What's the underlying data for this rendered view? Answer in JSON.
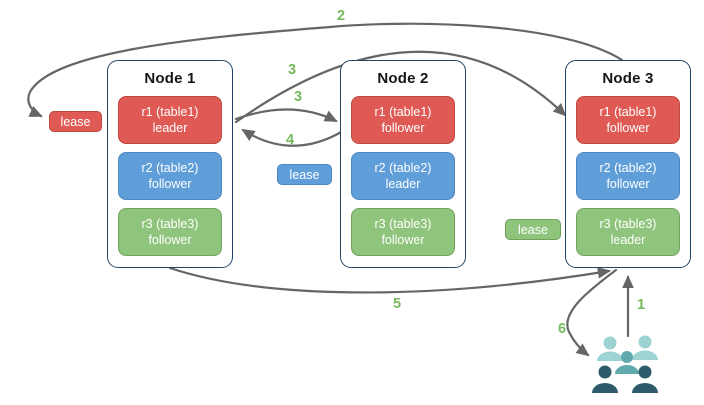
{
  "diagram": {
    "nodes": [
      {
        "title": "Node 1",
        "replicas": [
          {
            "name": "r1 (table1)",
            "role": "leader"
          },
          {
            "name": "r2 (table2)",
            "role": "follower"
          },
          {
            "name": "r3 (table3)",
            "role": "follower"
          }
        ]
      },
      {
        "title": "Node 2",
        "replicas": [
          {
            "name": "r1 (table1)",
            "role": "follower"
          },
          {
            "name": "r2 (table2)",
            "role": "leader"
          },
          {
            "name": "r3 (table3)",
            "role": "follower"
          }
        ]
      },
      {
        "title": "Node 3",
        "replicas": [
          {
            "name": "r1 (table1)",
            "role": "follower"
          },
          {
            "name": "r2 (table2)",
            "role": "follower"
          },
          {
            "name": "r3 (table3)",
            "role": "leader"
          }
        ]
      }
    ],
    "leases": [
      {
        "label": "lease",
        "color": "red"
      },
      {
        "label": "lease",
        "color": "blue"
      },
      {
        "label": "lease",
        "color": "green"
      }
    ],
    "steps": {
      "s1": "1",
      "s2": "2",
      "s3a": "3",
      "s3b": "3",
      "s4": "4",
      "s5": "5",
      "s6": "6"
    },
    "colors": {
      "red": {
        "fill": "#e05a55",
        "border": "#bf4a42"
      },
      "blue": {
        "fill": "#5f9ed9",
        "border": "#4d87bf"
      },
      "green": {
        "fill": "#8ec47b",
        "border": "#71a35c"
      },
      "node_border": "#23456b",
      "arrow": "#666666",
      "step_label": "#77b95e",
      "users_light": "#9ed3d3",
      "users_mid": "#60a9ad",
      "users_dark": "#2e5c6c",
      "background": "#ffffff"
    }
  }
}
